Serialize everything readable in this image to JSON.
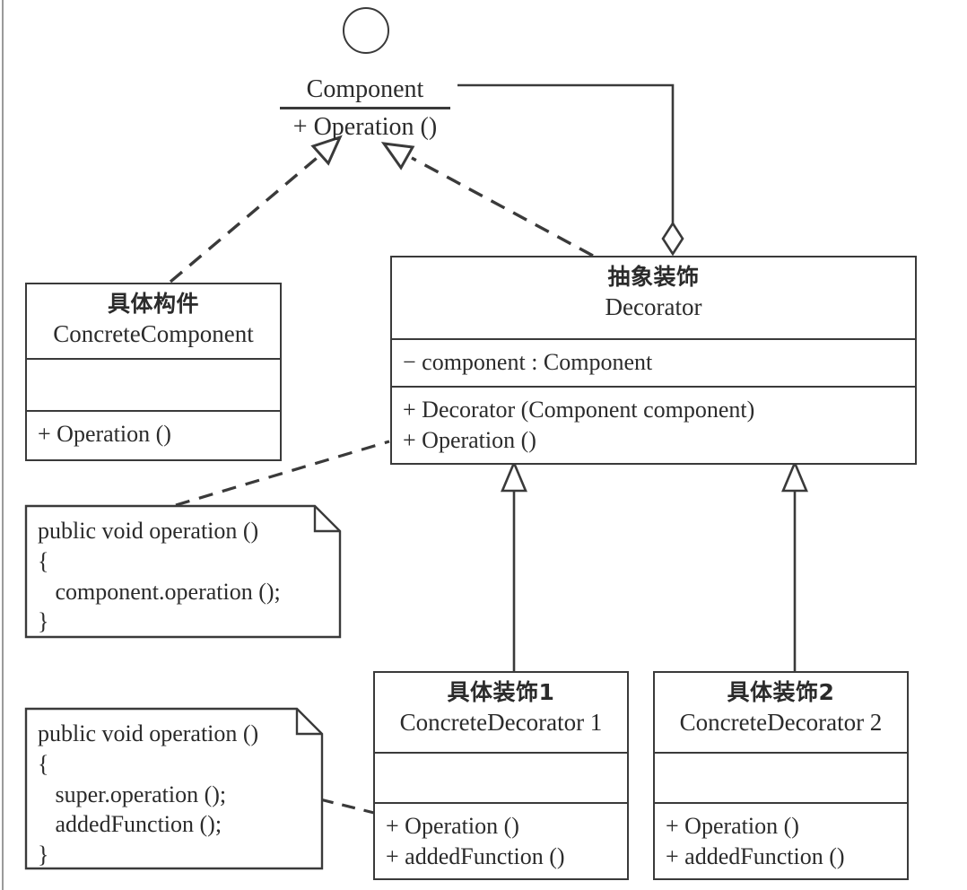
{
  "diagram": {
    "type": "uml-class-diagram",
    "pattern": "Decorator",
    "interface": {
      "icon": "interface-lollipop-circle",
      "name": "Component",
      "operation": "+ Operation ()"
    },
    "classes": [
      {
        "id": "concrete-component",
        "cn": "具体构件",
        "en": "ConcreteComponent",
        "attributes": [],
        "operations": [
          "+ Operation ()"
        ]
      },
      {
        "id": "decorator",
        "cn": "抽象装饰",
        "en": "Decorator",
        "attributes": [
          "− component : Component"
        ],
        "operations": [
          "+ Decorator (Component component)",
          "+ Operation ()"
        ]
      },
      {
        "id": "concrete-decorator-1",
        "cn": "具体装饰1",
        "en": "ConcreteDecorator  1",
        "attributes": [],
        "operations": [
          "+ Operation ()",
          "+ addedFunction ()"
        ]
      },
      {
        "id": "concrete-decorator-2",
        "cn": "具体装饰2",
        "en": "ConcreteDecorator  2",
        "attributes": [],
        "operations": [
          "+ Operation ()",
          "+ addedFunction ()"
        ]
      }
    ],
    "notes": [
      {
        "id": "note-decorator-operation",
        "lines": [
          "public void operation ()",
          "{",
          "   component.operation ();",
          "}"
        ]
      },
      {
        "id": "note-concrete-decorator-operation",
        "lines": [
          "public void operation ()",
          "{",
          "   super.operation ();",
          "   addedFunction ();",
          "}"
        ]
      }
    ],
    "relationships": [
      {
        "kind": "realization",
        "from": "concrete-component",
        "to": "Component"
      },
      {
        "kind": "realization",
        "from": "decorator",
        "to": "Component"
      },
      {
        "kind": "aggregation",
        "from": "decorator",
        "to": "Component"
      },
      {
        "kind": "generalization",
        "from": "concrete-decorator-1",
        "to": "decorator"
      },
      {
        "kind": "generalization",
        "from": "concrete-decorator-2",
        "to": "decorator"
      },
      {
        "kind": "note-anchor",
        "from": "note-decorator-operation",
        "to": "decorator"
      },
      {
        "kind": "note-anchor",
        "from": "note-concrete-decorator-operation",
        "to": "concrete-decorator-1"
      }
    ],
    "colors": {
      "stroke": "#3a3a3a",
      "background": "#ffffff",
      "text": "#2b2b2b"
    }
  }
}
